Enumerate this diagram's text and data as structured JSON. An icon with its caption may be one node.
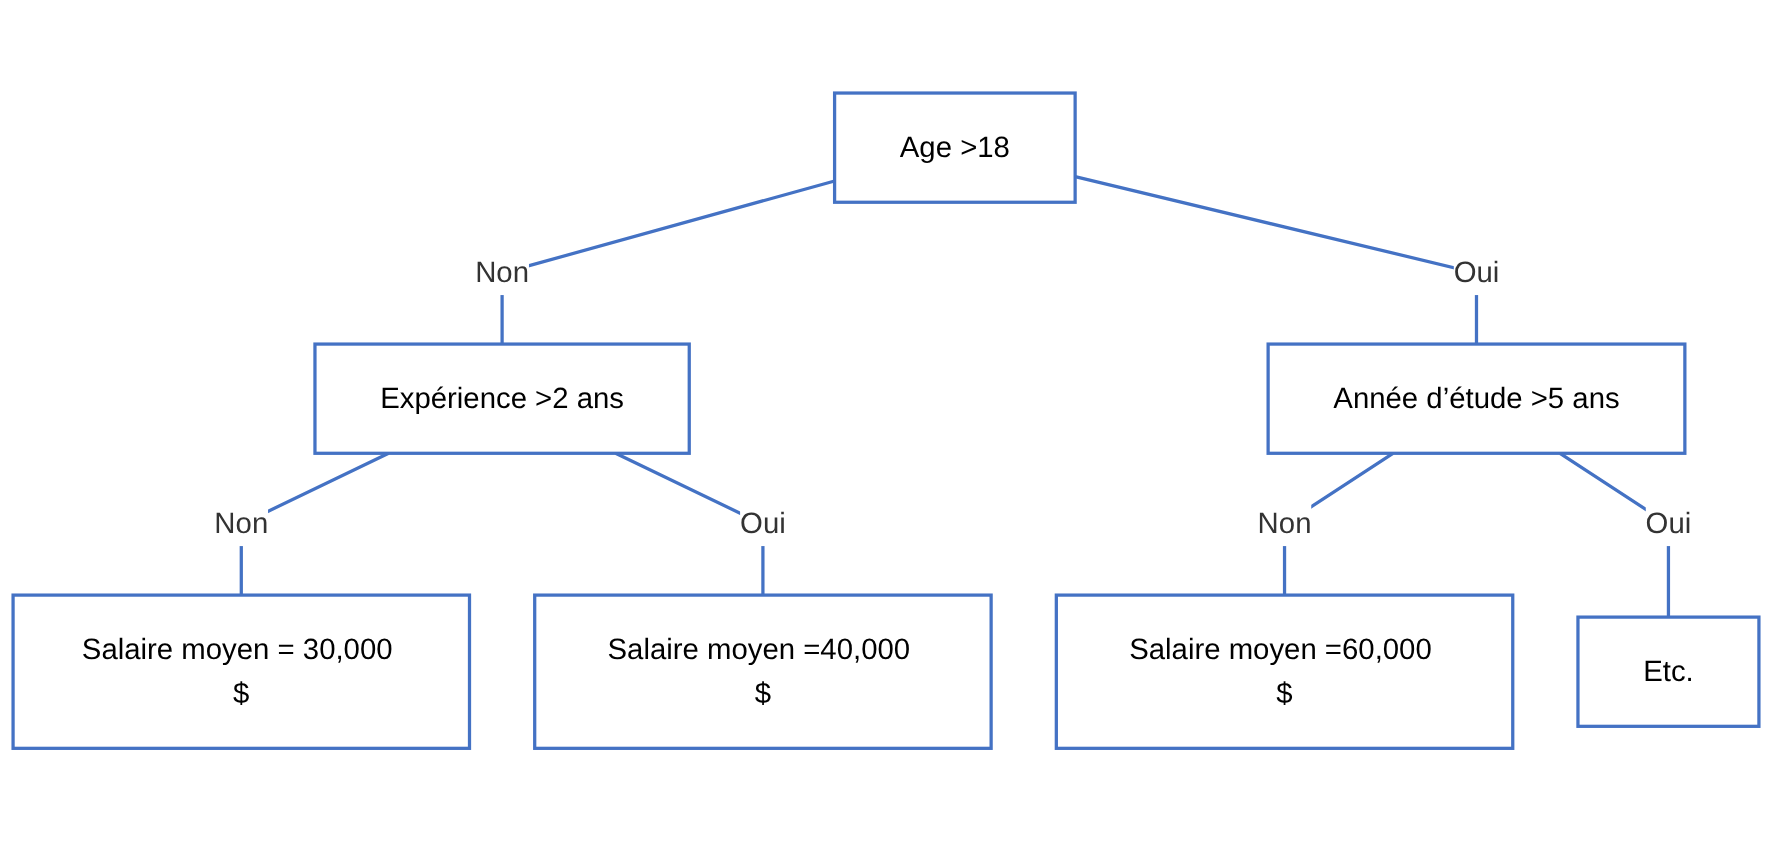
{
  "diagram": {
    "nodes": [
      {
        "text": [
          "Age >18"
        ]
      },
      {
        "text": [
          "Expérience >2 ans"
        ]
      },
      {
        "text": [
          "Année d’étude >5 ans"
        ]
      },
      {
        "text": [
          "Salaire moyen = 30,000 $"
        ]
      },
      {
        "text": [
          "Salaire moyen =40,000 $"
        ]
      },
      {
        "text": [
          "Salaire moyen =60,000 $"
        ]
      },
      {
        "text": [
          "Etc."
        ]
      }
    ],
    "edges": [
      {
        "from": 0,
        "to": 1,
        "arrow": "none",
        "label": "Non"
      },
      {
        "from": 0,
        "to": 2,
        "arrow": "none",
        "label": "Oui"
      },
      {
        "from": 1,
        "to": 3,
        "arrow": "none",
        "label": "Non"
      },
      {
        "from": 1,
        "to": 4,
        "arrow": "none",
        "label": "Oui"
      },
      {
        "from": 2,
        "to": 5,
        "arrow": "none",
        "label": "Non"
      },
      {
        "from": 2,
        "to": 6,
        "arrow": "none",
        "label": "Oui"
      }
    ]
  }
}
